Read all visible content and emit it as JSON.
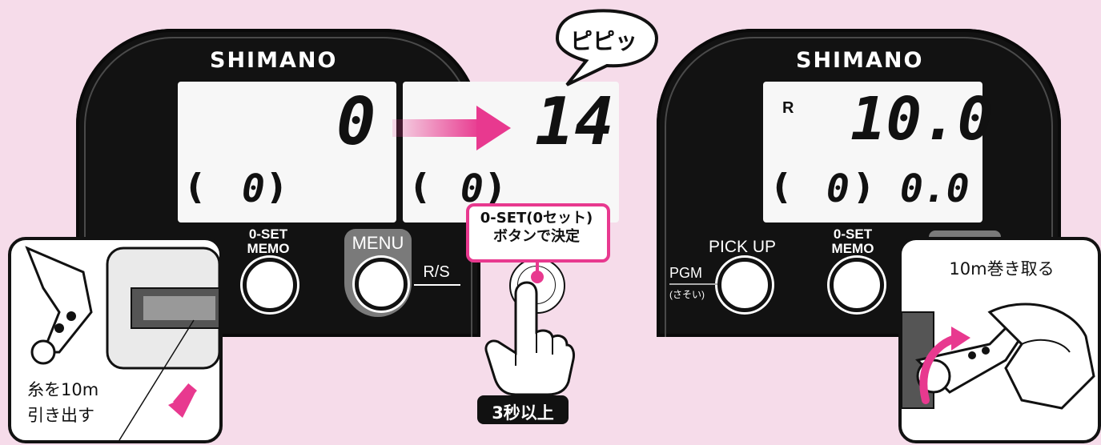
{
  "left_device": {
    "brand": "SHIMANO",
    "lcd1": {
      "main": "0",
      "paren_open": "(",
      "sub": "0",
      "paren_close": ")"
    },
    "lcd2": {
      "main": "14",
      "paren_open": "(",
      "sub": "0",
      "paren_close": ")"
    },
    "buttons": {
      "oset_label": "0-SET\nMEMO",
      "menu_label": "MENU",
      "rs_label": "R/S"
    }
  },
  "speech_bubble": "ピピッ",
  "callout": "0-SET(0セット)\nボタンで決定",
  "press_duration": "3秒以上",
  "left_panel_caption": "糸を10m\n引き出す",
  "right_device": {
    "brand": "SHIMANO",
    "lcd": {
      "mode": "R",
      "main": "10.0",
      "paren_open": "(",
      "sub": "0",
      "paren_close": ")",
      "sub2": "0.0"
    },
    "buttons": {
      "pickup_label": "PICK UP",
      "pgm_label": "PGM",
      "pgm_sub": "(さそい)",
      "oset_label": "0-SET\nMEMO"
    }
  },
  "right_panel_caption": "10m巻き取る",
  "colors": {
    "accent_pink": "#e8398f",
    "arrow_pink": "#e8398f",
    "background": "#f6dcea"
  }
}
